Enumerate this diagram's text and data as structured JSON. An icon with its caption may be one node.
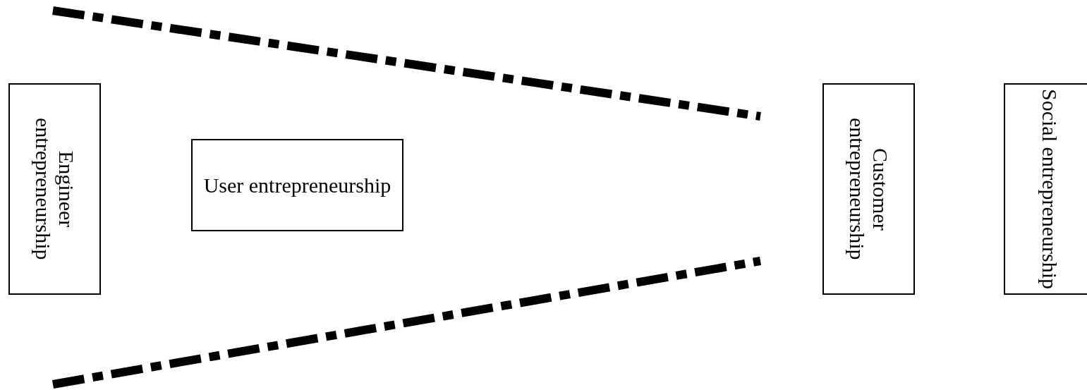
{
  "diagram": {
    "nodes": [
      {
        "text": [
          "Engineer entrepreneurship"
        ]
      },
      {
        "text": [
          "User entrepreneurship"
        ]
      },
      {
        "text": [
          "Customer entrepreneurship"
        ]
      },
      {
        "text": [
          "Social entrepreneurship"
        ]
      }
    ]
  }
}
